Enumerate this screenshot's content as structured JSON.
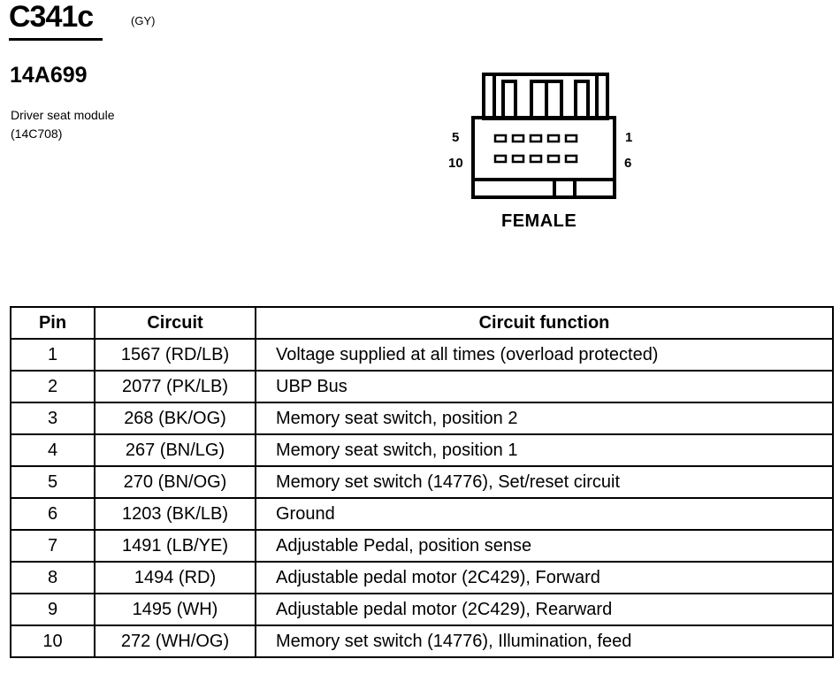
{
  "header": {
    "connector_id": "C341c",
    "connector_color": "(GY)",
    "part_number": "14A699",
    "description_line1": "Driver seat module",
    "description_line2": "(14C708)"
  },
  "diagram": {
    "pin_top_left": "5",
    "pin_top_right": "1",
    "pin_bottom_left": "10",
    "pin_bottom_right": "6",
    "gender_label": "FEMALE"
  },
  "table": {
    "headers": {
      "pin": "Pin",
      "circuit": "Circuit",
      "function": "Circuit function"
    },
    "rows": [
      {
        "pin": "1",
        "circuit": "1567 (RD/LB)",
        "function": "Voltage supplied at all times (overload protected)"
      },
      {
        "pin": "2",
        "circuit": "2077 (PK/LB)",
        "function": "UBP Bus"
      },
      {
        "pin": "3",
        "circuit": "268 (BK/OG)",
        "function": "Memory seat switch, position 2"
      },
      {
        "pin": "4",
        "circuit": "267 (BN/LG)",
        "function": "Memory seat switch, position 1"
      },
      {
        "pin": "5",
        "circuit": "270 (BN/OG)",
        "function": "Memory set switch (14776), Set/reset circuit"
      },
      {
        "pin": "6",
        "circuit": "1203 (BK/LB)",
        "function": "Ground"
      },
      {
        "pin": "7",
        "circuit": "1491 (LB/YE)",
        "function": "Adjustable Pedal, position sense"
      },
      {
        "pin": "8",
        "circuit": "1494 (RD)",
        "function": "Adjustable pedal motor (2C429), Forward"
      },
      {
        "pin": "9",
        "circuit": "1495 (WH)",
        "function": "Adjustable pedal motor (2C429), Rearward"
      },
      {
        "pin": "10",
        "circuit": "272 (WH/OG)",
        "function": "Memory set switch (14776), Illumination, feed"
      }
    ]
  }
}
